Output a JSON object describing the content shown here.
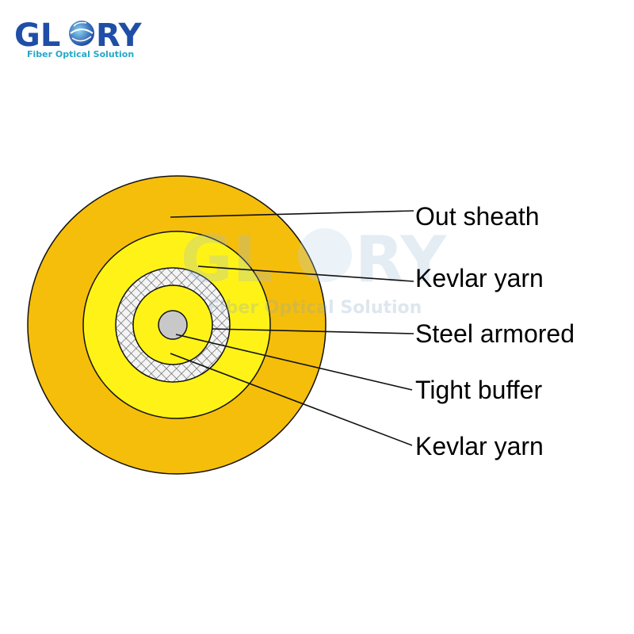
{
  "logo": {
    "word_left": "GL",
    "word_right": "RY",
    "tagline": "Fiber Optical Solution"
  },
  "watermark": {
    "word_left": "GL",
    "word_right": "RY",
    "tagline": "Fiber Optical Solution"
  },
  "labels": [
    {
      "id": "out-sheath",
      "text": "Out sheath"
    },
    {
      "id": "kevlar-yarn-outer",
      "text": "Kevlar yarn"
    },
    {
      "id": "steel-armored",
      "text": "Steel armored"
    },
    {
      "id": "tight-buffer",
      "text": "Tight buffer"
    },
    {
      "id": "kevlar-yarn-inner",
      "text": "Kevlar yarn"
    }
  ],
  "colors": {
    "out_sheath": "#F5BE0B",
    "kevlar_yarn": "#FFF217",
    "steel_armored": "#CFCFCF",
    "tight_buffer": "#FFF217",
    "fiber_core": "#C8C8C8",
    "logo_blue": "#1F4EA8",
    "logo_teal": "#23A9C8"
  },
  "icons": {
    "logo_globe": "globe-icon"
  }
}
